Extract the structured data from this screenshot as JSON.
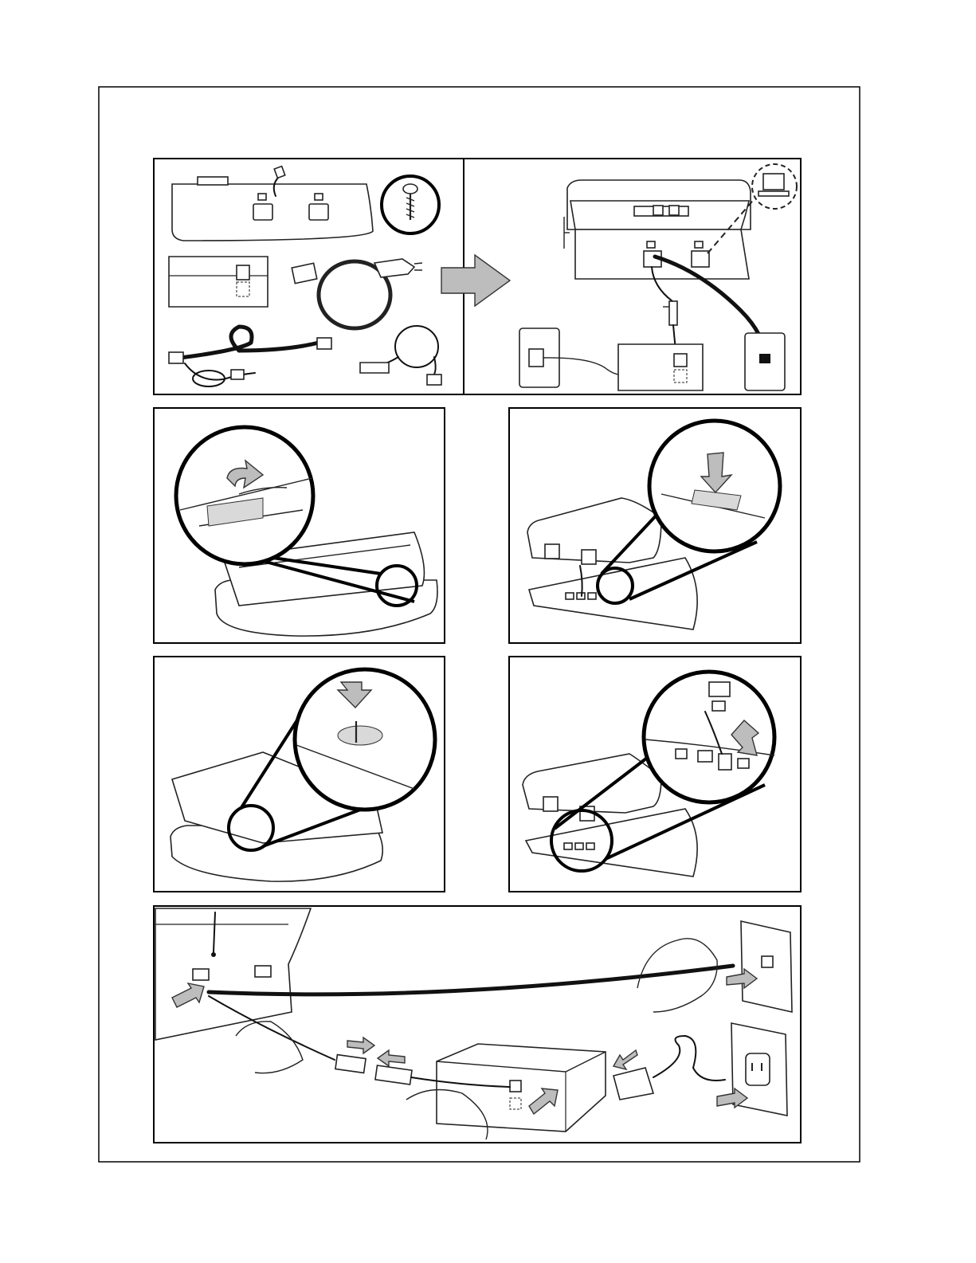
{
  "document": {
    "steps": [
      {
        "id": "parts-and-connection"
      },
      {
        "id": "remove-rear-cover"
      },
      {
        "id": "insert-tab"
      },
      {
        "id": "fasten-screw"
      },
      {
        "id": "plug-cable-into-base"
      },
      {
        "id": "connect-line-and-power"
      }
    ]
  },
  "icons": {
    "arrows": "grey-block-arrow-icon",
    "phone_jack": "phone-jack-icon",
    "data_jack": "data-jack-icon",
    "screw": "screw-icon",
    "computer": "computer-icon",
    "wall_outlet": "wall-outlet-icon"
  },
  "colors": {
    "line": "#000000",
    "arrow_fill": "#bdbdbd",
    "background": "#ffffff"
  }
}
